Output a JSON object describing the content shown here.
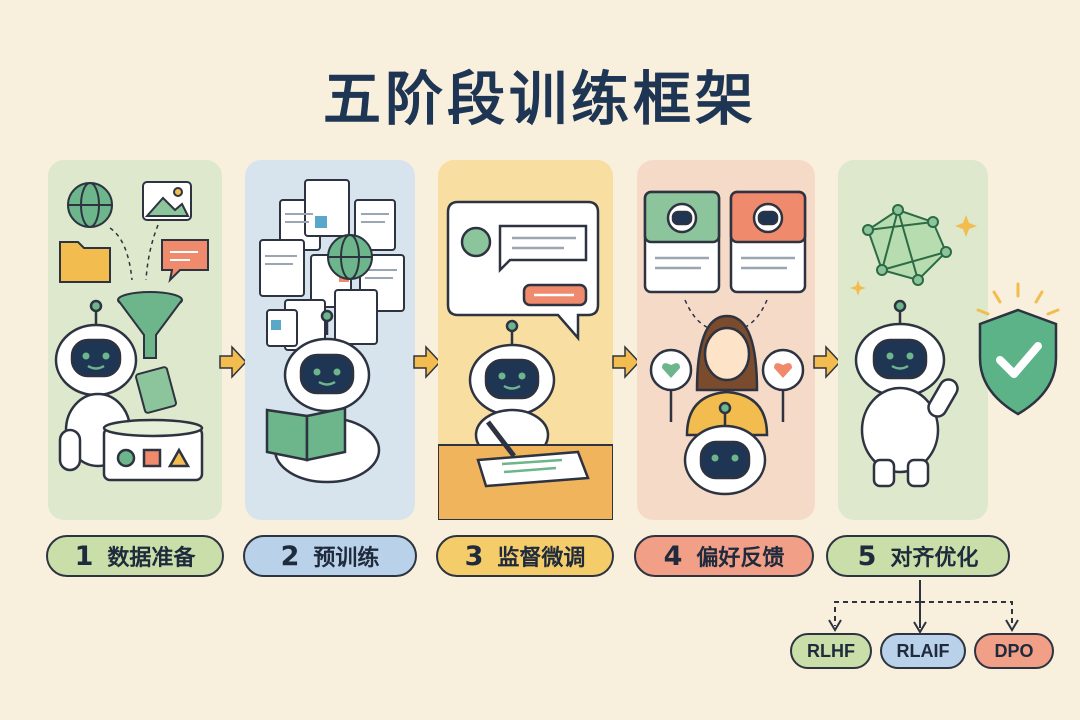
{
  "title": "五阶段训练框架",
  "stages": [
    {
      "num": "1",
      "label": "数据准备",
      "bg": "#dde8cc",
      "pill": "#c9dea8"
    },
    {
      "num": "2",
      "label": "预训练",
      "bg": "#d7e4ee",
      "pill": "#b9d1e9"
    },
    {
      "num": "3",
      "label": "监督微调",
      "bg": "#f8dea0",
      "pill": "#f4cd6a"
    },
    {
      "num": "4",
      "label": "偏好反馈",
      "bg": "#f6dac8",
      "pill": "#f19f86"
    },
    {
      "num": "5",
      "label": "对齐优化",
      "bg": "#dde8cc",
      "pill": "#c9dea8"
    }
  ],
  "methods": [
    {
      "label": "RLHF",
      "color": "#c9dea8"
    },
    {
      "label": "RLAIF",
      "color": "#b9d1e9"
    },
    {
      "label": "DPO",
      "color": "#f19f86"
    }
  ],
  "colors": {
    "arrow": "#f2bd4e",
    "outline": "#2d3340",
    "title": "#1f3554"
  }
}
